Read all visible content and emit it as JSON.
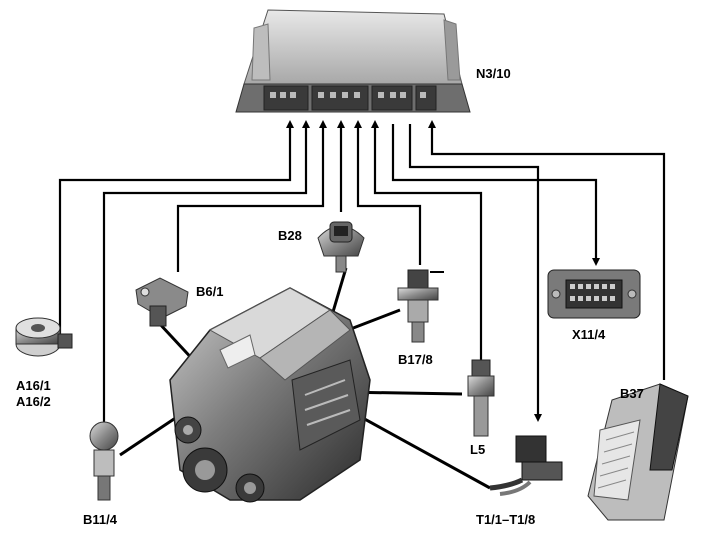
{
  "diagram": {
    "ecu": {
      "label": "N3/10"
    },
    "components": {
      "knock_sensors": {
        "label1": "A16/1",
        "label2": "A16/2"
      },
      "crankshaft_sensor": {
        "label": "B11/4"
      },
      "camshaft_sensor": {
        "label": "B6/1"
      },
      "pressure_sensor": {
        "label": "B28"
      },
      "oil_sensor": {
        "label": "B17/8"
      },
      "oil_level_switch": {
        "label": "L5"
      },
      "ignition_coils": {
        "label": "T1/1–T1/8"
      },
      "diagnostic_connector": {
        "label": "X11/4"
      },
      "pedal_sensor": {
        "label": "B37"
      }
    }
  }
}
